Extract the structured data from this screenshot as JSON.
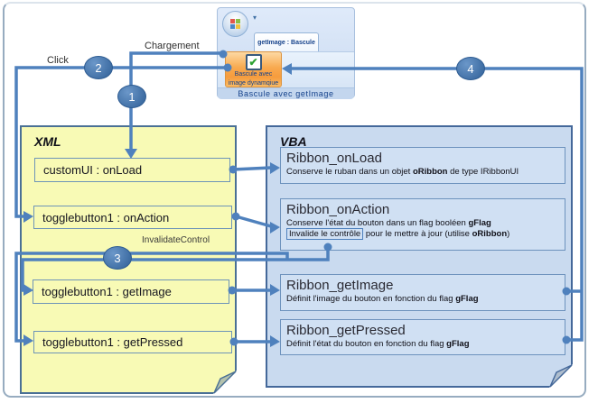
{
  "colors": {
    "accent_line": "#4f81bd",
    "step_circle": "#3e6da3",
    "xml_panel_bg": "#f8fab5",
    "xml_panel_border": "#4a7095",
    "vba_panel_bg": "#c9daef",
    "vba_panel_border": "#44689a",
    "button_highlight": "#f8a94e",
    "check_green": "#2ea233",
    "ribbon_text_blue": "#15428b"
  },
  "icons": {
    "caret": "▾",
    "check": "✔"
  },
  "steps": {
    "s1": "1",
    "s2": "2",
    "s3": "3",
    "s4": "4"
  },
  "labels": {
    "chargement": "Chargement",
    "click": "Click",
    "invalidate": "InvalidateControl"
  },
  "ribbon": {
    "tab": "getImage : Bascule",
    "button_line1": "Bascule avec",
    "button_line2": "image dynamqiue",
    "group": "Bascule avec getImage"
  },
  "xml": {
    "title": "XML",
    "onload": "customUI : onLoad",
    "onaction": "togglebutton1 : onAction",
    "getimage": "togglebutton1 : getImage",
    "getpressed": "togglebutton1 : getPressed"
  },
  "vba": {
    "title": "VBA",
    "onload": {
      "title": "Ribbon_onLoad",
      "pre": "Conserve le ruban dans un objet ",
      "bold": "oRibbon",
      "post": " de type IRibbonUI"
    },
    "onaction": {
      "title": "Ribbon_onAction",
      "l1_pre": "Conserve l'état du bouton dans un flag booléen ",
      "l1_bold": "gFlag",
      "l2_boxed": "Invalide le contrôle",
      "l2_mid": " pour le mettre à jour (utilise ",
      "l2_bold": "oRibbon",
      "l2_post": ")"
    },
    "getimage": {
      "title": "Ribbon_getImage",
      "pre": "Définit l'image du bouton en fonction du flag ",
      "bold": "gFlag"
    },
    "getpressed": {
      "title": "Ribbon_getPressed",
      "pre": "Définit l'état du bouton en fonction du flag ",
      "bold": "gFlag"
    }
  }
}
